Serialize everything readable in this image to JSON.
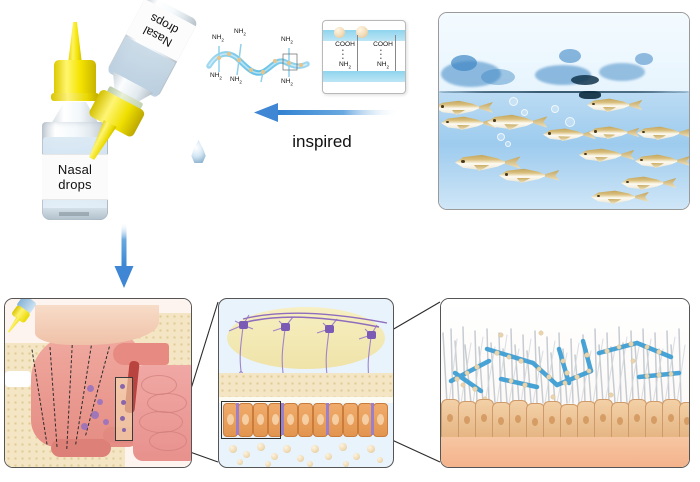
{
  "figure": {
    "title": "Nasal drops bio-inspired mucoadhesive delivery schematic",
    "background": "#ffffff"
  },
  "bottle_upright": {
    "label_line1": "Nasal",
    "label_line2": "drops",
    "cap_color": "#f5e400",
    "liquid_color": "#d5e7f4"
  },
  "bottle_tilted": {
    "label_line1": "Nasal",
    "label_line2": "drops",
    "cap_color": "#efdf00",
    "droplet_name": "liquid-droplet"
  },
  "arrows": {
    "down": {
      "name": "arrow-down-to-application",
      "color": "#4a90d9",
      "direction": "down"
    },
    "inspired": {
      "name": "arrow-inspired",
      "label": "inspired",
      "color": "#4a90d9",
      "direction": "left"
    }
  },
  "polymer": {
    "name": "amine-functionalized-polymer-chain",
    "amine_labels": [
      "NH",
      "NH",
      "NH",
      "NH",
      "NH",
      "NH"
    ],
    "amine_subscript": "2",
    "chain_color": "#7fc8e8"
  },
  "inset": {
    "name": "hydrogen-bonding-inset",
    "carboxyl_label": "COOH",
    "amine_label": "NH",
    "amine_subscript": "2",
    "groups": [
      {
        "top": "COOH",
        "bottom": "NH"
      },
      {
        "top": "COOH",
        "bottom": "NH"
      }
    ],
    "band_color": "#8fd4ee",
    "particle_color": "#f2dcb8"
  },
  "fish_panel": {
    "name": "fish-school-water-photo",
    "caption": "",
    "water_surface_color": "#1a3c52",
    "water_color": "#9dcbee",
    "fish_count": 13,
    "border_color": "#9a9a9a"
  },
  "nasal_panel": {
    "name": "nasal-cavity-cross-section",
    "dropper_present": true,
    "spray_paths": 5,
    "highlight_box": "cribriform-plate-region",
    "brain_color": "#e8918d",
    "tissue_color": "#e58d84",
    "bone_color": "#f4e6c4"
  },
  "epithelium_panel": {
    "name": "olfactory-epithelium-diagram",
    "olfactory_bulb": "olfactory-bulb",
    "neuron_count": 5,
    "epithelial_cell_count": 16,
    "highlight_box": "epithelial-cell-region",
    "nanoparticle_count": 18,
    "bulb_color": "#efe3a8",
    "neuron_color": "#7b5ab5"
  },
  "cilia_panel": {
    "name": "cilia-mucoadhesion-diagram",
    "cilia_count": 120,
    "mucin_strand_count": 11,
    "cell_count": 15,
    "mucin_color": "#3f9fd4",
    "cilia_color": "#c2c8ce",
    "cell_color": "#e5b583"
  },
  "connectors": {
    "name": "magnification-connector-lines",
    "color": "#2b2b2b",
    "count": 4
  }
}
